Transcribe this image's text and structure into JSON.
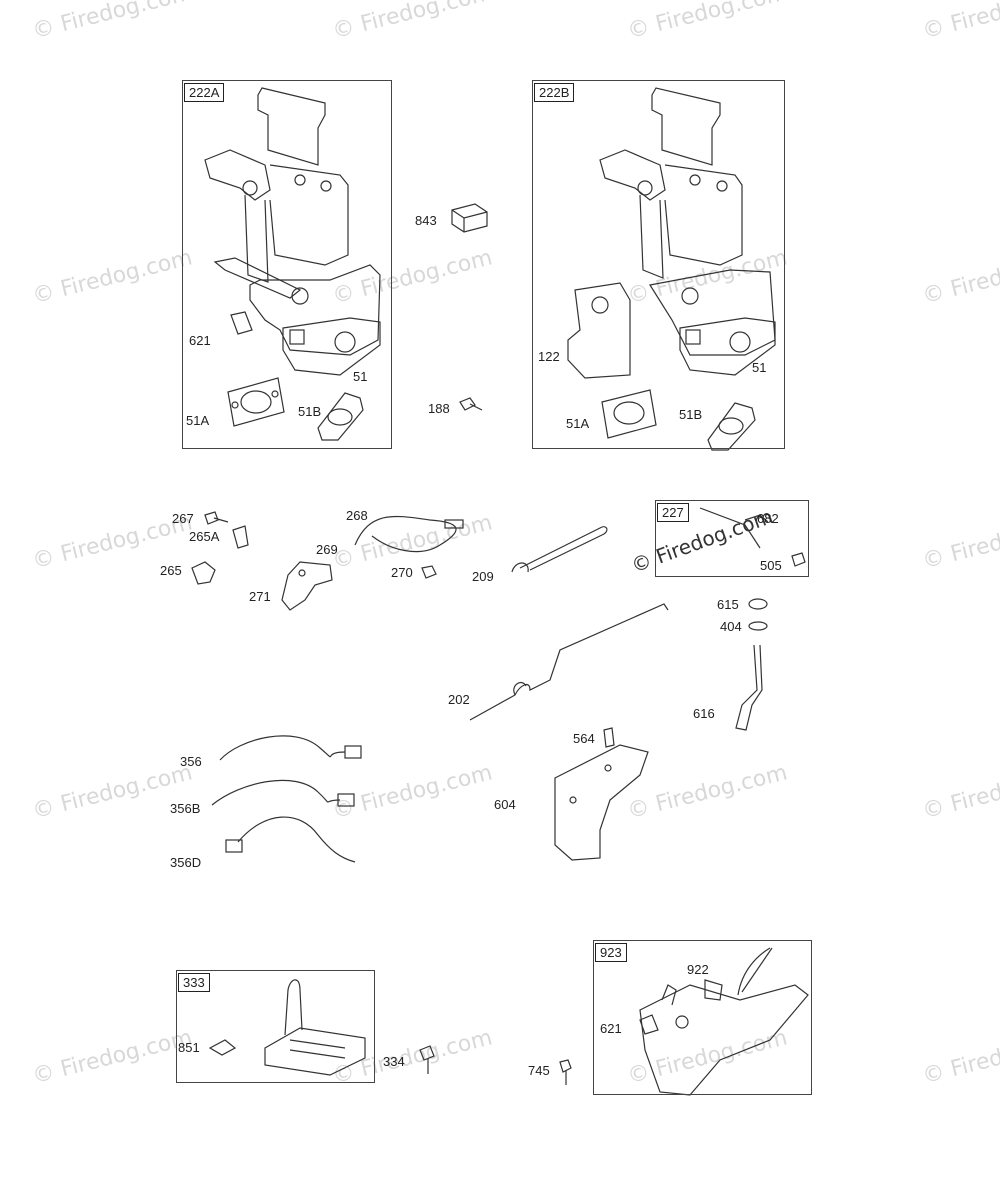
{
  "watermark": "© Firedog.com",
  "groups": {
    "g222a": "222A",
    "g222b": "222B",
    "g227": "227",
    "g333": "333",
    "g923": "923"
  },
  "labels": {
    "l843": "843",
    "l188": "188",
    "l621a": "621",
    "l51a": "51",
    "l51A_a": "51A",
    "l51B_a": "51B",
    "l122": "122",
    "l51b": "51",
    "l51A_b": "51A",
    "l51B_b": "51B",
    "l267": "267",
    "l265A": "265A",
    "l265": "265",
    "l268": "268",
    "l269": "269",
    "l271": "271",
    "l270": "270",
    "l209": "209",
    "l682": "682",
    "l505": "505",
    "l615": "615",
    "l404": "404",
    "l616": "616",
    "l202": "202",
    "l564": "564",
    "l604": "604",
    "l356": "356",
    "l356B": "356B",
    "l356D": "356D",
    "l851": "851",
    "l334": "334",
    "l745": "745",
    "l922": "922",
    "l621b": "621"
  }
}
